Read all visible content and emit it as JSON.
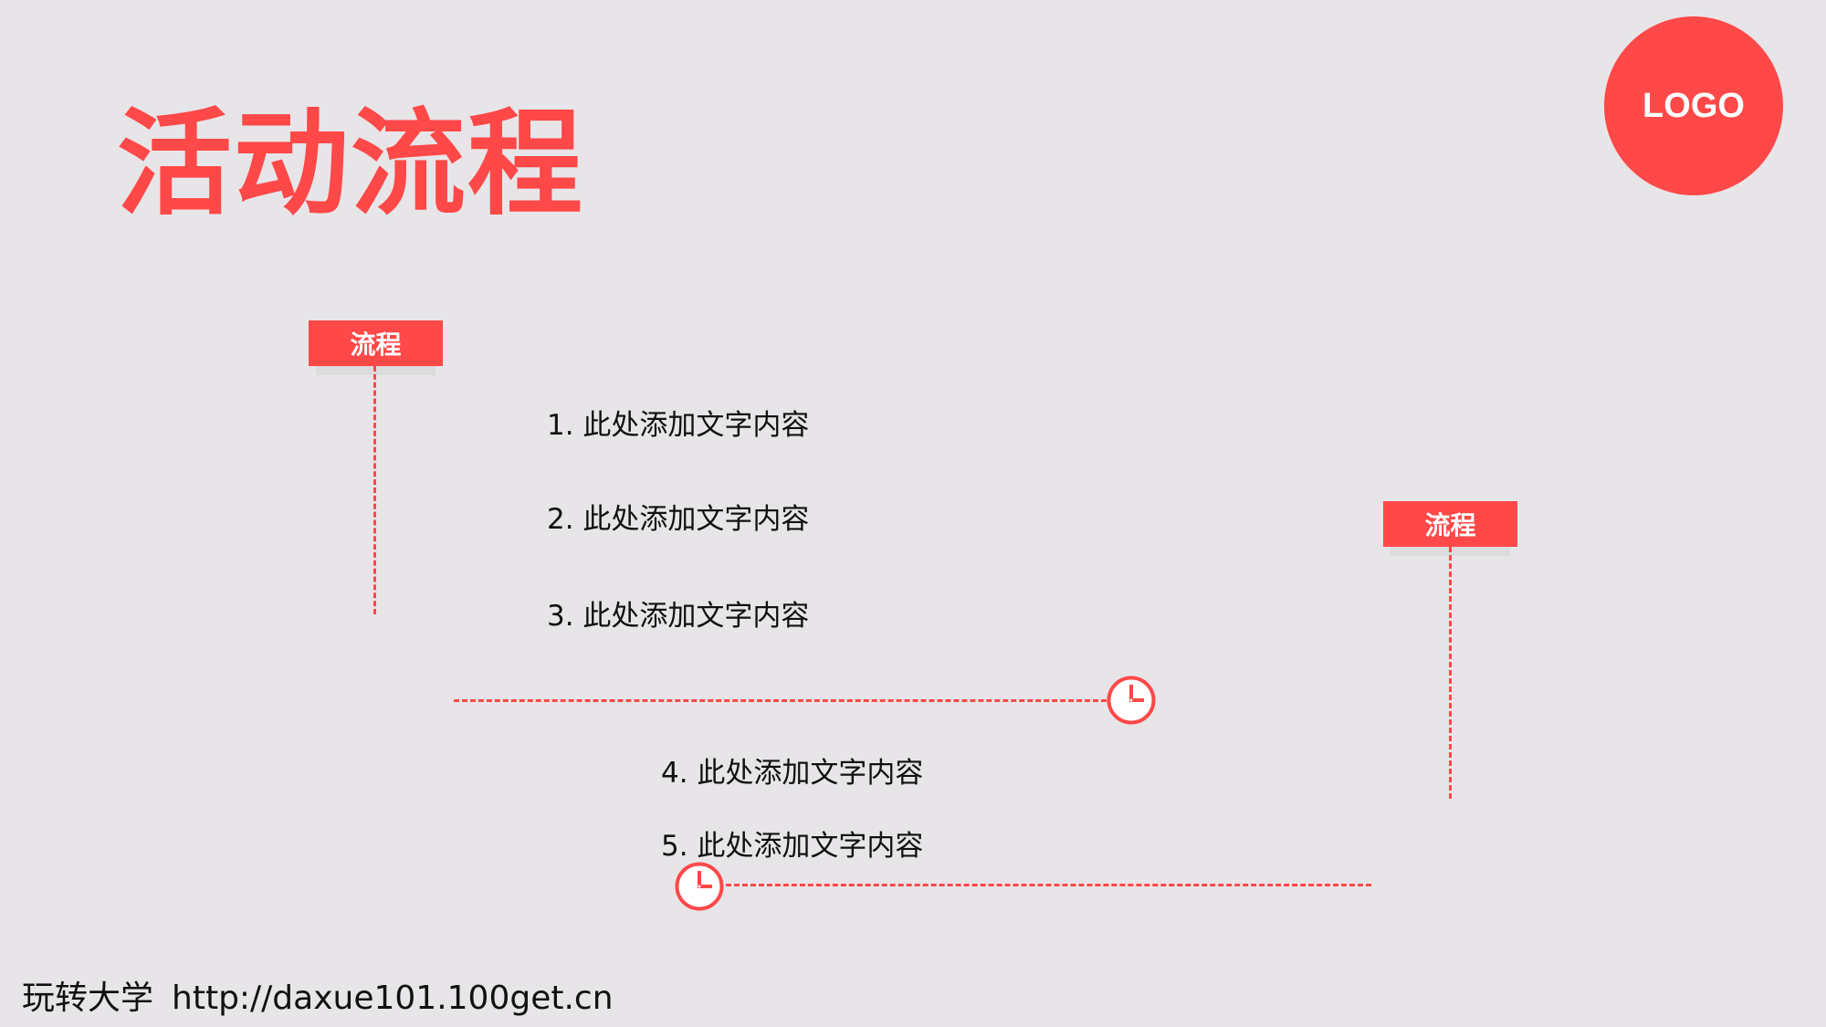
{
  "slide": {
    "title": "活动流程",
    "logo_text": "LOGO",
    "accent_color": "#ff4848",
    "background_color": "#e7e5e8"
  },
  "flow": {
    "tags": [
      {
        "label": "流程"
      },
      {
        "label": "流程"
      }
    ],
    "items": [
      {
        "label": "1. 此处添加文字内容"
      },
      {
        "label": "2. 此处添加文字内容"
      },
      {
        "label": "3. 此处添加文字内容"
      },
      {
        "label": "4. 此处添加文字内容"
      },
      {
        "label": "5. 此处添加文字内容"
      }
    ],
    "icons": [
      "clock-icon",
      "clock-icon"
    ]
  },
  "footer": {
    "brand": "玩转大学",
    "url": "http://daxue101.100get.cn"
  }
}
